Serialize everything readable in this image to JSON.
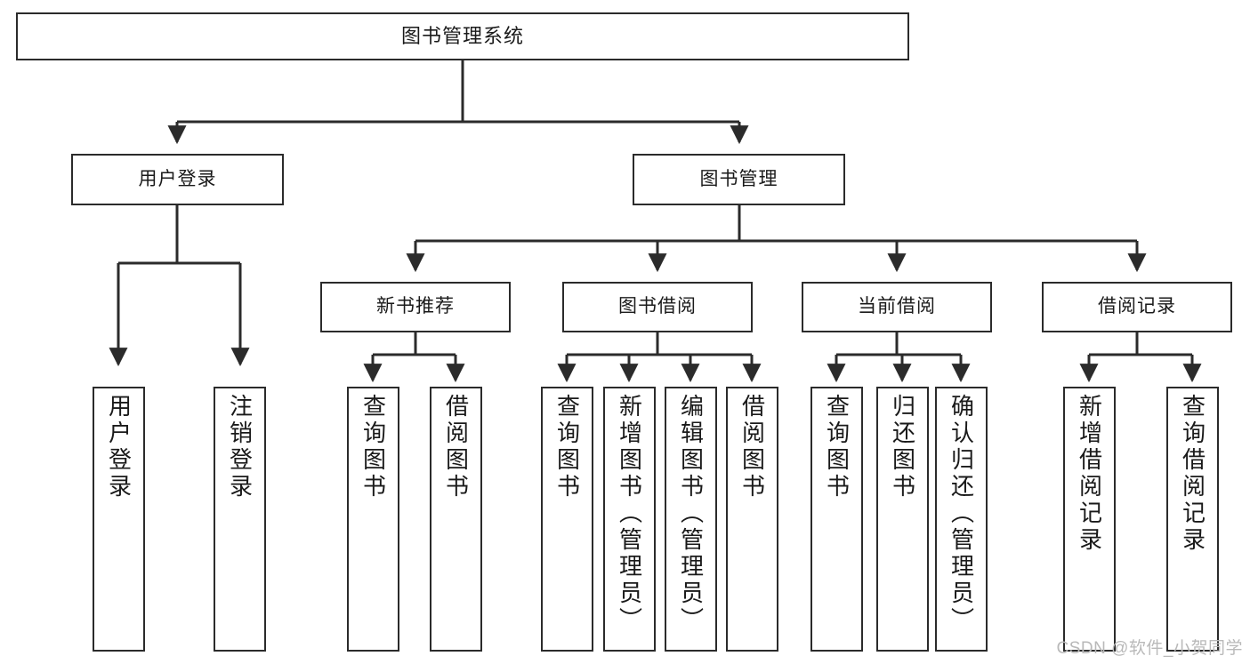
{
  "diagram": {
    "title": "图书管理系统",
    "type": "tree-hierarchy-diagram",
    "watermark": "CSDN @软件_小贺同学",
    "colors": {
      "box_border": "#2b2b2b",
      "box_fill": "#ffffff",
      "connector": "#2b2b2b",
      "text": "#1a1a1a",
      "watermark": "#b9b9b9",
      "background": "#ffffff"
    },
    "nodes": {
      "root": {
        "label": "图书管理系统"
      },
      "level2": [
        {
          "id": "user-login",
          "label": "用户登录"
        },
        {
          "id": "book-manage",
          "label": "图书管理"
        }
      ],
      "level3": [
        {
          "id": "new-book-recommend",
          "label": "新书推荐"
        },
        {
          "id": "book-borrow",
          "label": "图书借阅"
        },
        {
          "id": "current-borrow",
          "label": "当前借阅"
        },
        {
          "id": "borrow-record",
          "label": "借阅记录"
        }
      ],
      "leaves": [
        {
          "id": "leaf-user-login",
          "label": "用户登录",
          "parent": "user-login"
        },
        {
          "id": "leaf-logout-login",
          "label": "注销登录",
          "parent": "user-login"
        },
        {
          "id": "leaf-query-book-1",
          "label": "查询图书",
          "parent": "new-book-recommend"
        },
        {
          "id": "leaf-borrow-book-1",
          "label": "借阅图书",
          "parent": "new-book-recommend"
        },
        {
          "id": "leaf-query-book-2",
          "label": "查询图书",
          "parent": "book-borrow"
        },
        {
          "id": "leaf-add-book",
          "label": "新增图书（管理员）",
          "parent": "book-borrow"
        },
        {
          "id": "leaf-edit-book",
          "label": "编辑图书（管理员）",
          "parent": "book-borrow"
        },
        {
          "id": "leaf-borrow-book-2",
          "label": "借阅图书",
          "parent": "book-borrow"
        },
        {
          "id": "leaf-query-book-3",
          "label": "查询图书",
          "parent": "current-borrow"
        },
        {
          "id": "leaf-return-book",
          "label": "归还图书",
          "parent": "current-borrow"
        },
        {
          "id": "leaf-confirm-return",
          "label": "确认归还（管理员）",
          "parent": "current-borrow"
        },
        {
          "id": "leaf-add-record",
          "label": "新增借阅记录",
          "parent": "borrow-record"
        },
        {
          "id": "leaf-query-record",
          "label": "查询借阅记录",
          "parent": "borrow-record"
        }
      ]
    }
  }
}
